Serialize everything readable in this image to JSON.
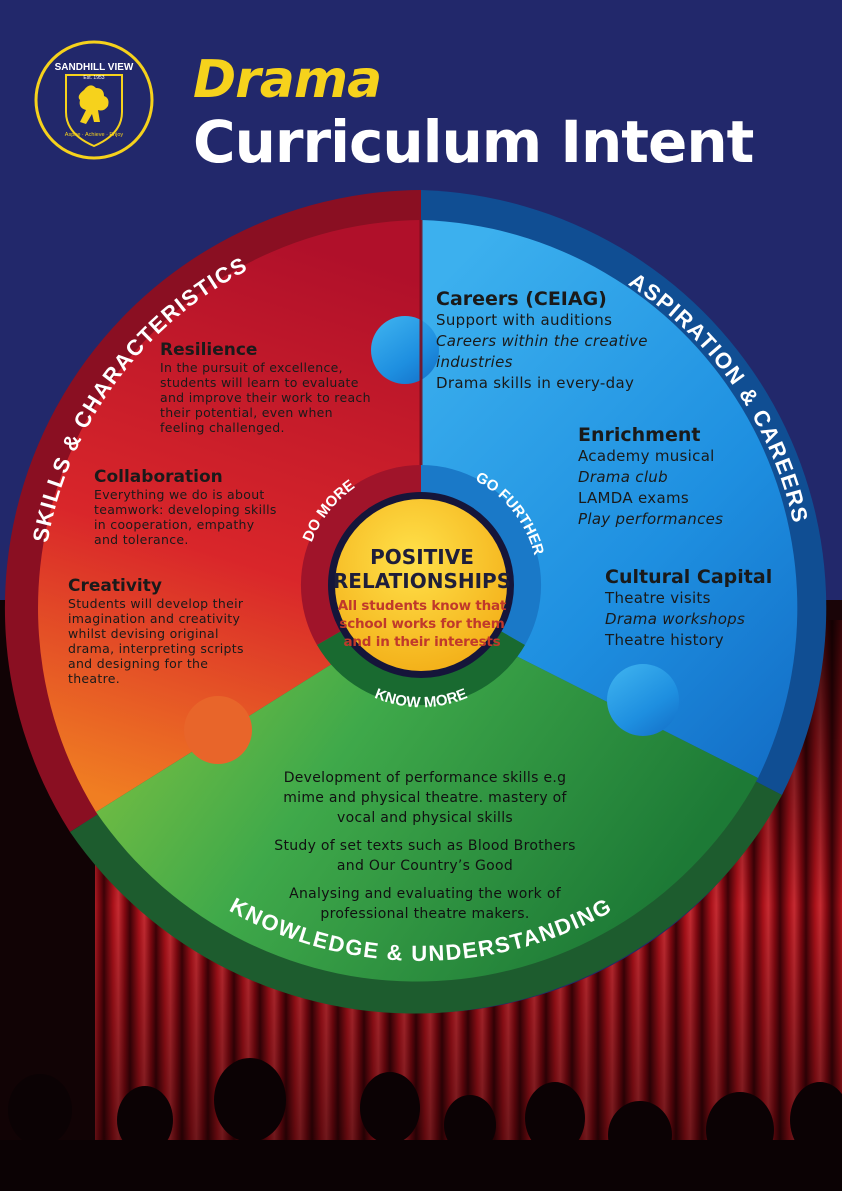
{
  "school": {
    "name": "SANDHILL VIEW",
    "est": "Est. 1953",
    "motto": "Aspire · Achieve · Enjoy"
  },
  "title": {
    "subject": "Drama",
    "heading": "Curriculum Intent"
  },
  "ring_labels": {
    "skills": "SKILLS & CHARACTERISTICS",
    "aspiration": "ASPIRATION & CAREERS",
    "knowledge": "KNOWLEDGE & UNDERSTANDING"
  },
  "inner_labels": {
    "do_more": "DO MORE",
    "go_further": "GO FURTHER",
    "know_more": "KNOW MORE"
  },
  "center": {
    "heading_line1": "POSITIVE",
    "heading_line2": "RELATIONSHIPS",
    "sub_line1": "All students know that",
    "sub_line2": "school works for them",
    "sub_line3": "and in their interests"
  },
  "skills": {
    "resilience": {
      "title": "Resilience",
      "lines": [
        "In the pursuit of excellence,",
        "students will learn to evaluate",
        "and improve their work to reach",
        "their potential, even when",
        "feeling challenged."
      ]
    },
    "collaboration": {
      "title": "Collaboration",
      "lines": [
        "Everything we do is about",
        "teamwork: developing skills",
        "in cooperation, empathy",
        "and tolerance."
      ]
    },
    "creativity": {
      "title": "Creativity",
      "lines": [
        "Students will develop their",
        "imagination and creativity",
        "whilst devising original",
        "drama, interpreting scripts",
        "and designing for the",
        "theatre."
      ]
    }
  },
  "aspiration": {
    "careers": {
      "title": "Careers (CEIAG)",
      "items": [
        "Support with auditions",
        "Careers within the creative",
        "industries",
        "Drama skills in every-day"
      ]
    },
    "enrichment": {
      "title": "Enrichment",
      "items": [
        "Academy musical",
        "Drama club",
        "LAMDA exams",
        "Play performances"
      ]
    },
    "cultural": {
      "title": "Cultural Capital",
      "items": [
        "Theatre visits",
        "Drama workshops",
        "Theatre history"
      ]
    }
  },
  "knowledge": {
    "p1_line1": "Development of performance skills e.g",
    "p1_line2": "mime and physical theatre. mastery of",
    "p1_line3": "vocal and physical skills",
    "p2_line1": "Study of set texts such as Blood Brothers",
    "p2_line2": "and Our Country’s Good",
    "p3_line1": "Analysing and evaluating the work of",
    "p3_line2": "professional theatre makers."
  },
  "colors": {
    "navy": "#22286b",
    "gold": "#f6d21c",
    "red": "#c8102e",
    "blue": "#1e8fe0",
    "green": "#2e9a3e",
    "curtain": "#a3101a"
  }
}
